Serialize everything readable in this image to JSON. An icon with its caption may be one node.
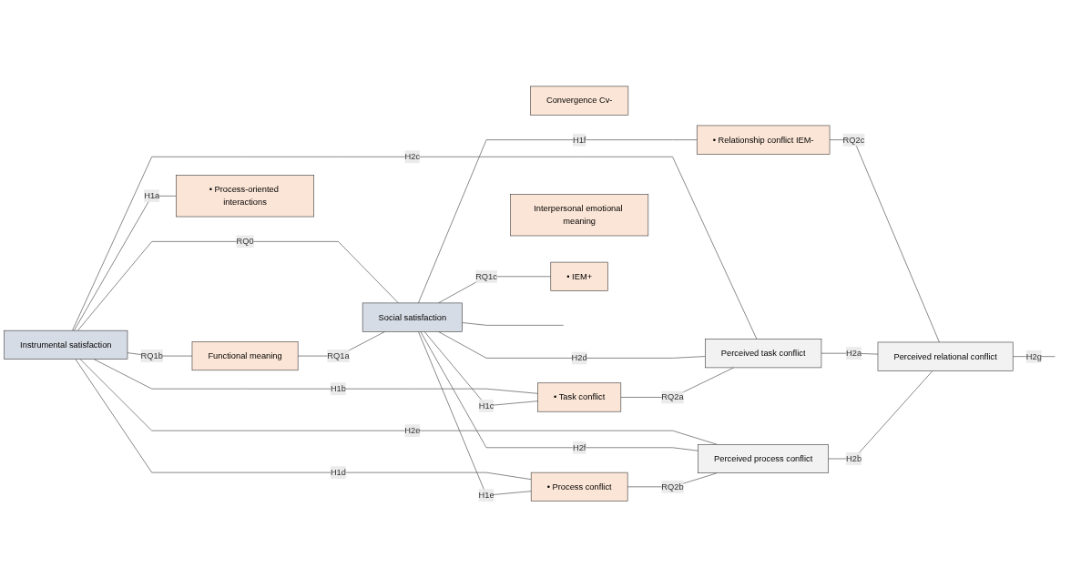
{
  "diagram": {
    "nodes": [
      {
        "text": [
          "Instrumental satisfaction"
        ]
      },
      {
        "text": [
          "Perceived task conflict"
        ]
      },
      {
        "text": [
          "Functional meaning"
        ]
      },
      {
        "text": [
          "• Process-oriented interactions"
        ]
      },
      {
        "text": [
          "Convergence Cv-"
        ]
      },
      {
        "text": [
          "• Task conflict"
        ]
      },
      {
        "text": [
          "Perceived process conflict"
        ]
      },
      {
        "text": [
          "• Process conflict"
        ]
      },
      {
        "text": [
          "Interpersonal emotional meaning"
        ]
      },
      {
        "text": [
          "Social satisfaction"
        ]
      },
      {
        "text": [
          "• Relationship conflict IEM-"
        ]
      },
      {
        "text": [
          "Perceived relational conflict"
        ]
      },
      {
        "text": [
          "• IEM+"
        ]
      }
    ],
    "edges": [
      {
        "from": 0,
        "to": 9,
        "arrow": "none",
        "label": "RQ0"
      },
      {
        "from": 0,
        "to": 2,
        "arrow": "none",
        "label": "RQ1b"
      },
      {
        "from": 0,
        "to": 3,
        "arrow": "none",
        "label": "H1a"
      },
      {
        "from": 0,
        "to": 5,
        "arrow": "none",
        "label": "H1b"
      },
      {
        "from": 0,
        "to": 7,
        "arrow": "none",
        "label": "H1d"
      },
      {
        "from": 0,
        "to": 1,
        "arrow": "none",
        "label": "H2c"
      },
      {
        "from": 0,
        "to": 6,
        "arrow": "none",
        "label": "H2e"
      },
      {
        "from": 9,
        "to": 1,
        "arrow": "none",
        "label": "H2d"
      },
      {
        "from": 2,
        "to": 9,
        "arrow": "none",
        "label": "RQ1a"
      },
      {
        "from": 9,
        "to": 5,
        "arrow": "none",
        "label": "H1c"
      },
      {
        "from": 9,
        "to": 7,
        "arrow": "none",
        "label": "H1e"
      },
      {
        "from": 9,
        "to": 6,
        "arrow": "none",
        "label": "H2f"
      },
      {
        "from": 9,
        "to": 10,
        "arrow": "none",
        "label": "H1f"
      },
      {
        "from": 9,
        "to": 12,
        "arrow": "none",
        "label": "RQ1c"
      },
      {
        "from": 5,
        "to": 1,
        "arrow": "none",
        "label": "RQ2a"
      },
      {
        "from": 7,
        "to": 6,
        "arrow": "none",
        "label": "RQ2b"
      },
      {
        "from": 10,
        "to": 11,
        "arrow": "none",
        "label": "RQ2c"
      },
      {
        "from": 1,
        "to": 11,
        "arrow": "none",
        "label": "H2a"
      },
      {
        "from": 6,
        "to": 11,
        "arrow": "none",
        "label": "H2b"
      },
      {
        "from": 9,
        "to": null,
        "arrow": "none"
      },
      {
        "from": 11,
        "to": null,
        "arrow": "none",
        "label": "H2g"
      }
    ]
  }
}
